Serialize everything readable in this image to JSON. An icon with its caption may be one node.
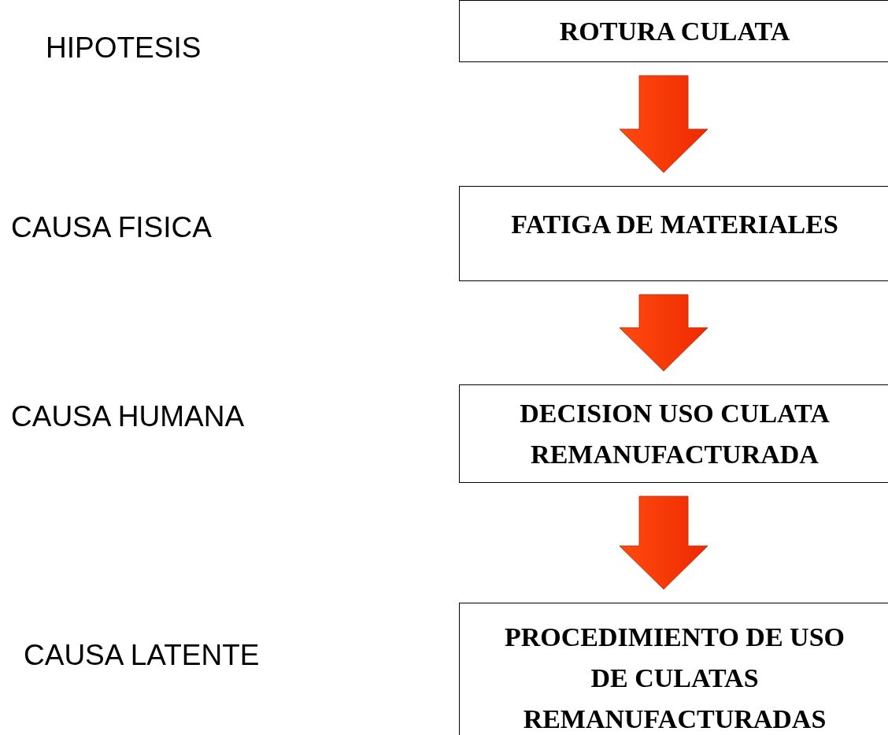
{
  "diagram": {
    "nodes": [
      {
        "text": [
          "ROTURA CULATA"
        ]
      },
      {
        "text": [
          "FATIGA DE MATERIALES"
        ]
      },
      {
        "text": [
          "DECISION USO CULATA REMANUFACTURADA"
        ]
      },
      {
        "text": [
          "PROCEDIMIENTO DE USO DE CULATAS REMANUFACTURADAS"
        ]
      }
    ],
    "edges": [
      {
        "from": 0,
        "to": 1,
        "arrow": "to"
      },
      {
        "from": 1,
        "to": 2,
        "arrow": "to"
      },
      {
        "from": 2,
        "to": 3,
        "arrow": "to"
      }
    ],
    "labels": [
      "HIPOTESIS",
      "CAUSA FISICA",
      "CAUSA HUMANA",
      "CAUSA LATENTE"
    ]
  }
}
